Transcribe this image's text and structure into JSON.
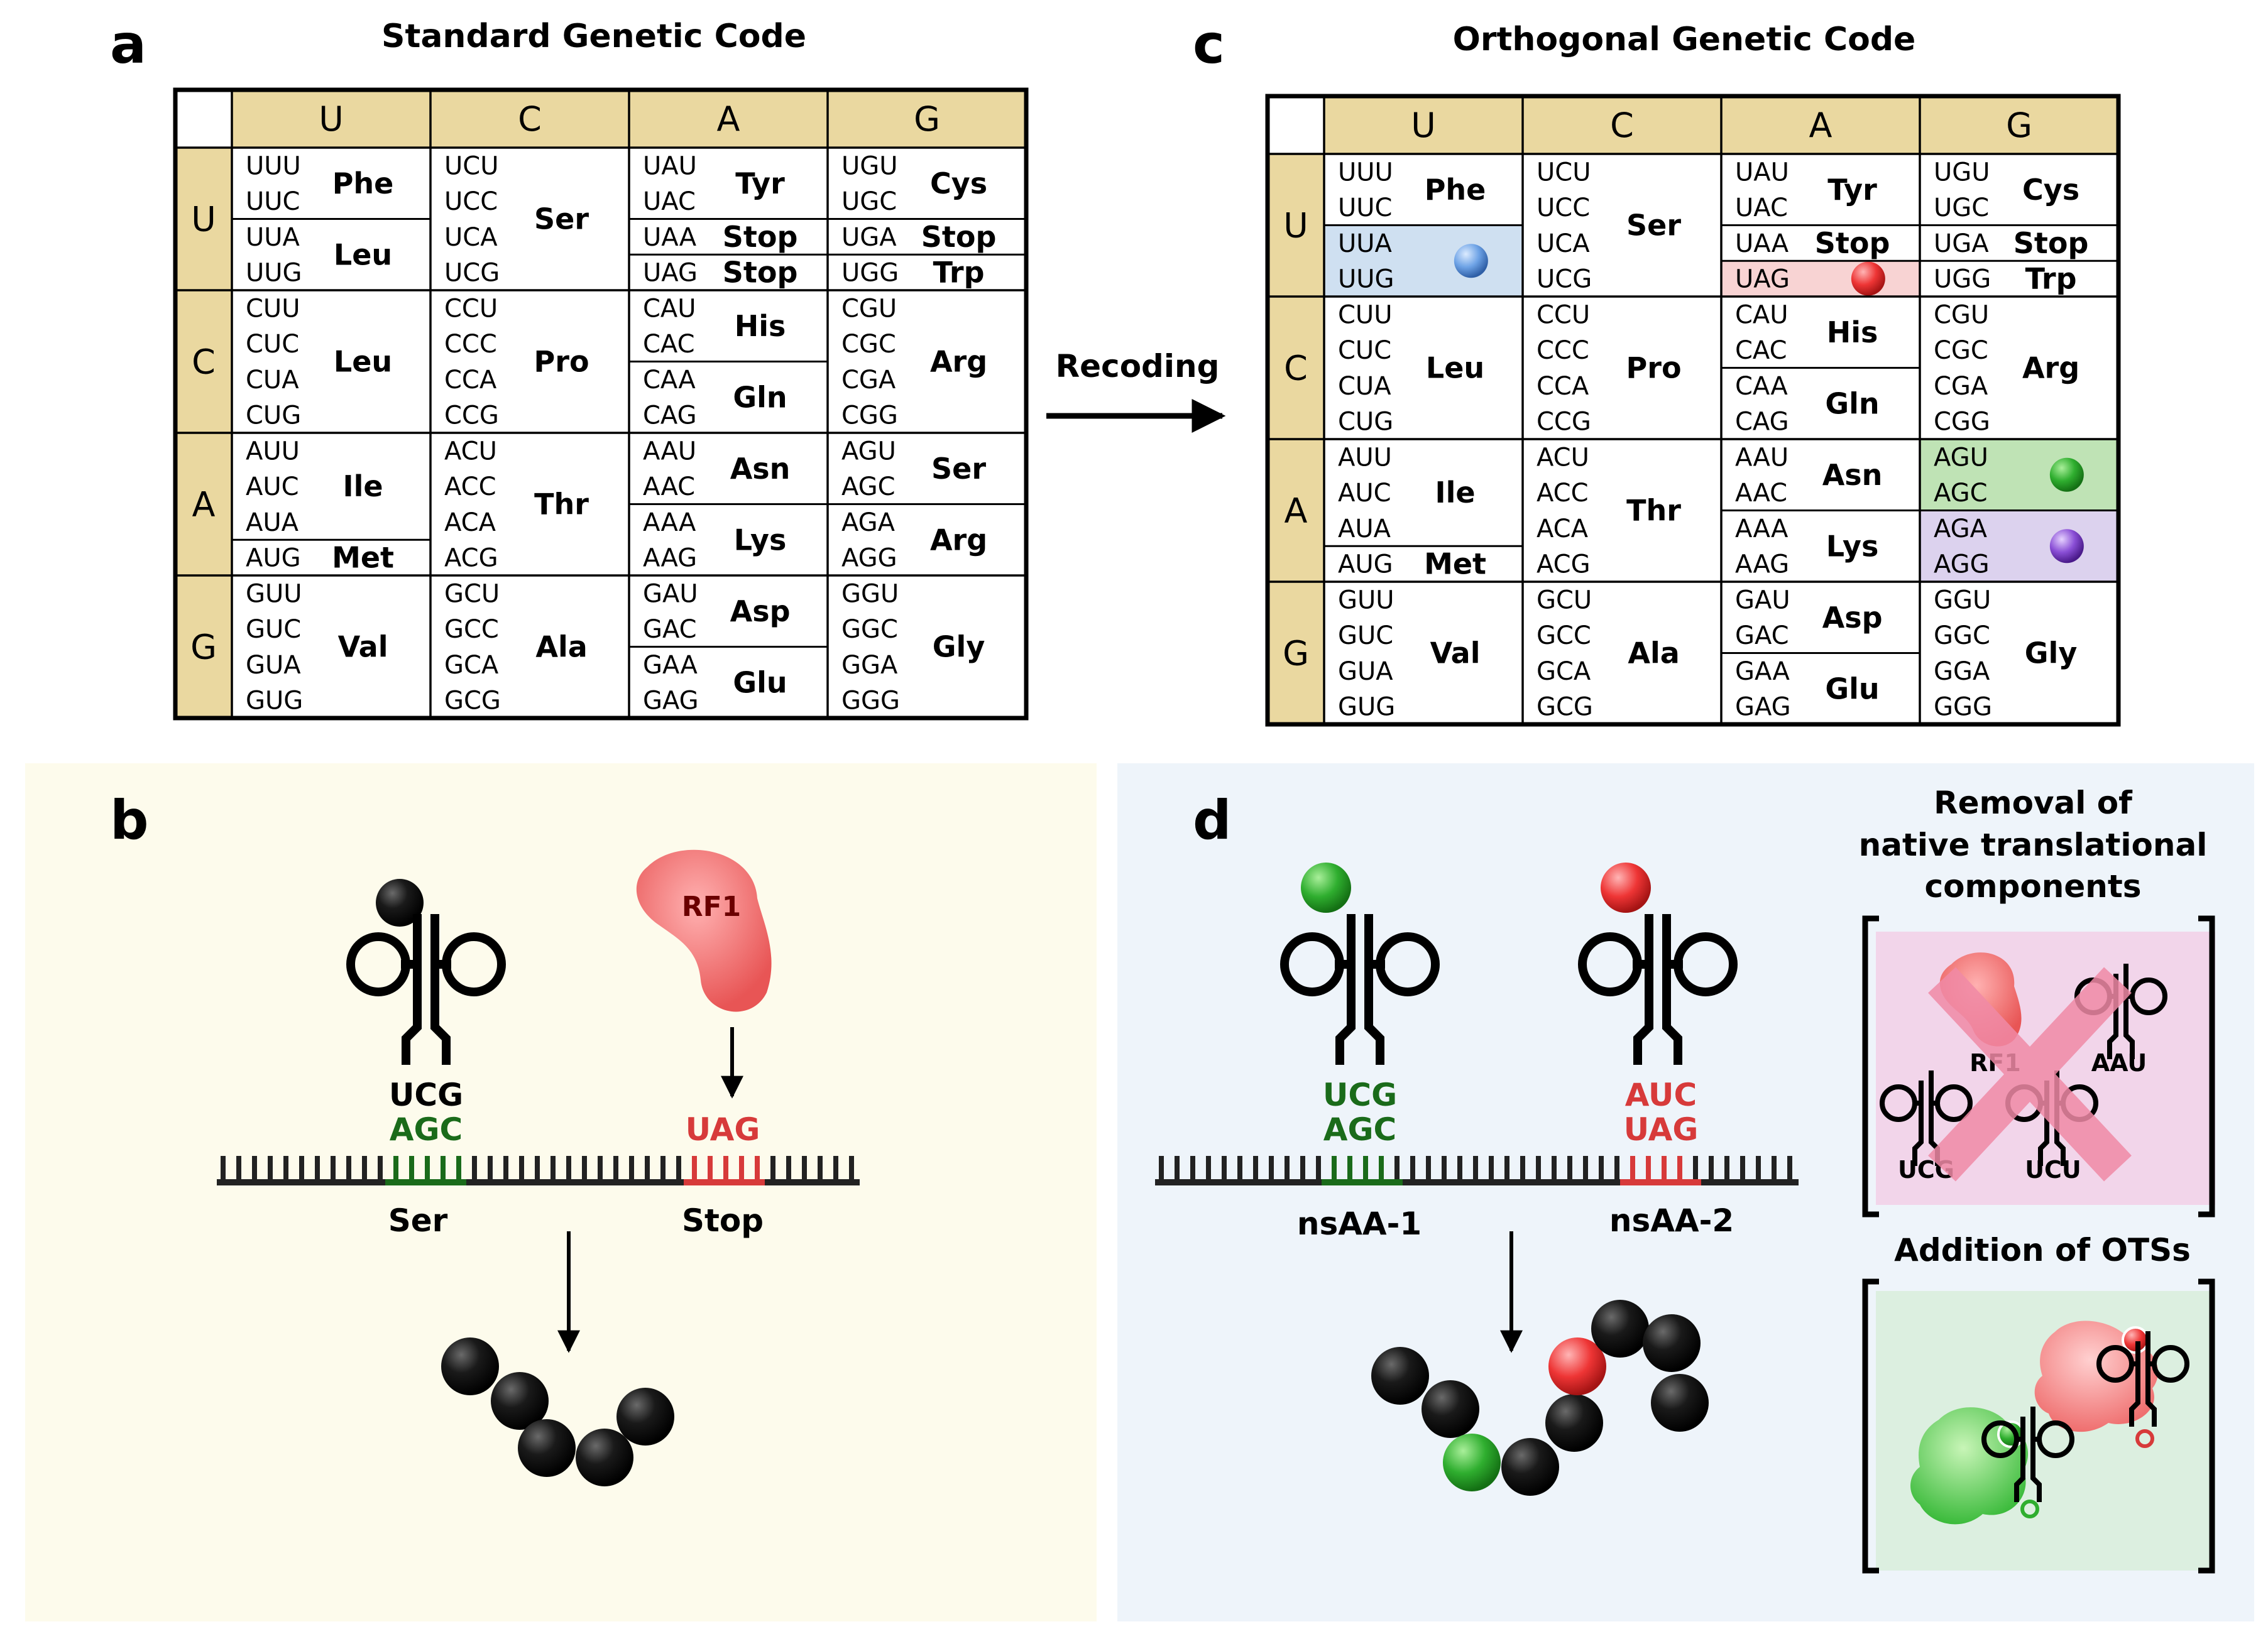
{
  "colors": {
    "table_header": "#ead8a0",
    "panel_b_bg": "#fdfbec",
    "panel_d_bg": "#eef4fa",
    "stop_red": "#d73a3a",
    "green": "#1a6b1a",
    "blue_cell": "#cfe0f1",
    "red_cell": "#f8d3d3",
    "green_cell": "#bfe3b5",
    "purple_cell": "#dcd2ee",
    "removal_box": "#f2d5ea",
    "addition_box": "#dcefe0"
  },
  "panel_a": {
    "letter": "a",
    "title": "Standard Genetic Code",
    "col_headers": [
      "U",
      "C",
      "A",
      "G"
    ],
    "row_headers": [
      "U",
      "C",
      "A",
      "G"
    ]
  },
  "panel_c": {
    "letter": "c",
    "title": "Orthogonal Genetic Code",
    "col_headers": [
      "U",
      "C",
      "A",
      "G"
    ],
    "row_headers": [
      "U",
      "C",
      "A",
      "G"
    ]
  },
  "recoding_label": "Recoding",
  "codon_table": [
    [
      {
        "codons": [
          "UUU",
          "UUC",
          "UUA",
          "UUG"
        ],
        "groups": [
          {
            "aa": "Phe",
            "span": [
              0,
              1
            ]
          },
          {
            "aa": "Leu",
            "span": [
              2,
              3
            ]
          }
        ]
      },
      {
        "codons": [
          "UCU",
          "UCC",
          "UCA",
          "UCG"
        ],
        "groups": [
          {
            "aa": "Ser",
            "span": [
              0,
              3
            ]
          }
        ]
      },
      {
        "codons": [
          "UAU",
          "UAC",
          "UAA",
          "UAG"
        ],
        "groups": [
          {
            "aa": "Tyr",
            "span": [
              0,
              1
            ]
          },
          {
            "aa": "Stop",
            "span": [
              2,
              2
            ]
          },
          {
            "aa": "Stop",
            "span": [
              3,
              3
            ]
          }
        ]
      },
      {
        "codons": [
          "UGU",
          "UGC",
          "UGA",
          "UGG"
        ],
        "groups": [
          {
            "aa": "Cys",
            "span": [
              0,
              1
            ]
          },
          {
            "aa": "Stop",
            "span": [
              2,
              2
            ]
          },
          {
            "aa": "Trp",
            "span": [
              3,
              3
            ]
          }
        ]
      }
    ],
    [
      {
        "codons": [
          "CUU",
          "CUC",
          "CUA",
          "CUG"
        ],
        "groups": [
          {
            "aa": "Leu",
            "span": [
              0,
              3
            ]
          }
        ]
      },
      {
        "codons": [
          "CCU",
          "CCC",
          "CCA",
          "CCG"
        ],
        "groups": [
          {
            "aa": "Pro",
            "span": [
              0,
              3
            ]
          }
        ]
      },
      {
        "codons": [
          "CAU",
          "CAC",
          "CAA",
          "CAG"
        ],
        "groups": [
          {
            "aa": "His",
            "span": [
              0,
              1
            ]
          },
          {
            "aa": "Gln",
            "span": [
              2,
              3
            ]
          }
        ]
      },
      {
        "codons": [
          "CGU",
          "CGC",
          "CGA",
          "CGG"
        ],
        "groups": [
          {
            "aa": "Arg",
            "span": [
              0,
              3
            ]
          }
        ]
      }
    ],
    [
      {
        "codons": [
          "AUU",
          "AUC",
          "AUA",
          "AUG"
        ],
        "groups": [
          {
            "aa": "Ile",
            "span": [
              0,
              2
            ]
          },
          {
            "aa": "Met",
            "span": [
              3,
              3
            ]
          }
        ]
      },
      {
        "codons": [
          "ACU",
          "ACC",
          "ACA",
          "ACG"
        ],
        "groups": [
          {
            "aa": "Thr",
            "span": [
              0,
              3
            ]
          }
        ]
      },
      {
        "codons": [
          "AAU",
          "AAC",
          "AAA",
          "AAG"
        ],
        "groups": [
          {
            "aa": "Asn",
            "span": [
              0,
              1
            ]
          },
          {
            "aa": "Lys",
            "span": [
              2,
              3
            ]
          }
        ]
      },
      {
        "codons": [
          "AGU",
          "AGC",
          "AGA",
          "AGG"
        ],
        "groups": [
          {
            "aa": "Ser",
            "span": [
              0,
              1
            ]
          },
          {
            "aa": "Arg",
            "span": [
              2,
              3
            ]
          }
        ]
      }
    ],
    [
      {
        "codons": [
          "GUU",
          "GUC",
          "GUA",
          "GUG"
        ],
        "groups": [
          {
            "aa": "Val",
            "span": [
              0,
              3
            ]
          }
        ]
      },
      {
        "codons": [
          "GCU",
          "GCC",
          "GCA",
          "GCG"
        ],
        "groups": [
          {
            "aa": "Ala",
            "span": [
              0,
              3
            ]
          }
        ]
      },
      {
        "codons": [
          "GAU",
          "GAC",
          "GAA",
          "GAG"
        ],
        "groups": [
          {
            "aa": "Asp",
            "span": [
              0,
              1
            ]
          },
          {
            "aa": "Glu",
            "span": [
              2,
              3
            ]
          }
        ]
      },
      {
        "codons": [
          "GGU",
          "GGC",
          "GGA",
          "GGG"
        ],
        "groups": [
          {
            "aa": "Gly",
            "span": [
              0,
              3
            ]
          }
        ]
      }
    ]
  ],
  "orthogonal_table": [
    [
      {
        "codons": [
          "UUU",
          "UUC",
          "UUA",
          "UUG"
        ],
        "groups": [
          {
            "aa": "Phe",
            "span": [
              0,
              1
            ]
          },
          {
            "aa": "",
            "span": [
              2,
              3
            ],
            "fill": "blue",
            "ball": "blue"
          }
        ]
      },
      {
        "codons": [
          "UCU",
          "UCC",
          "UCA",
          "UCG"
        ],
        "groups": [
          {
            "aa": "Ser",
            "span": [
              0,
              3
            ]
          }
        ]
      },
      {
        "codons": [
          "UAU",
          "UAC",
          "UAA",
          "UAG"
        ],
        "groups": [
          {
            "aa": "Tyr",
            "span": [
              0,
              1
            ]
          },
          {
            "aa": "Stop",
            "span": [
              2,
              2
            ]
          },
          {
            "aa": "",
            "span": [
              3,
              3
            ],
            "fill": "red",
            "ball": "red"
          }
        ]
      },
      {
        "codons": [
          "UGU",
          "UGC",
          "UGA",
          "UGG"
        ],
        "groups": [
          {
            "aa": "Cys",
            "span": [
              0,
              1
            ]
          },
          {
            "aa": "Stop",
            "span": [
              2,
              2
            ]
          },
          {
            "aa": "Trp",
            "span": [
              3,
              3
            ]
          }
        ]
      }
    ],
    [
      {
        "codons": [
          "CUU",
          "CUC",
          "CUA",
          "CUG"
        ],
        "groups": [
          {
            "aa": "Leu",
            "span": [
              0,
              3
            ]
          }
        ]
      },
      {
        "codons": [
          "CCU",
          "CCC",
          "CCA",
          "CCG"
        ],
        "groups": [
          {
            "aa": "Pro",
            "span": [
              0,
              3
            ]
          }
        ]
      },
      {
        "codons": [
          "CAU",
          "CAC",
          "CAA",
          "CAG"
        ],
        "groups": [
          {
            "aa": "His",
            "span": [
              0,
              1
            ]
          },
          {
            "aa": "Gln",
            "span": [
              2,
              3
            ]
          }
        ]
      },
      {
        "codons": [
          "CGU",
          "CGC",
          "CGA",
          "CGG"
        ],
        "groups": [
          {
            "aa": "Arg",
            "span": [
              0,
              3
            ]
          }
        ]
      }
    ],
    [
      {
        "codons": [
          "AUU",
          "AUC",
          "AUA",
          "AUG"
        ],
        "groups": [
          {
            "aa": "Ile",
            "span": [
              0,
              2
            ]
          },
          {
            "aa": "Met",
            "span": [
              3,
              3
            ]
          }
        ]
      },
      {
        "codons": [
          "ACU",
          "ACC",
          "ACA",
          "ACG"
        ],
        "groups": [
          {
            "aa": "Thr",
            "span": [
              0,
              3
            ]
          }
        ]
      },
      {
        "codons": [
          "AAU",
          "AAC",
          "AAA",
          "AAG"
        ],
        "groups": [
          {
            "aa": "Asn",
            "span": [
              0,
              1
            ]
          },
          {
            "aa": "Lys",
            "span": [
              2,
              3
            ]
          }
        ]
      },
      {
        "codons": [
          "AGU",
          "AGC",
          "AGA",
          "AGG"
        ],
        "groups": [
          {
            "aa": "",
            "span": [
              0,
              1
            ],
            "fill": "green",
            "ball": "green"
          },
          {
            "aa": "",
            "span": [
              2,
              3
            ],
            "fill": "purple",
            "ball": "purple"
          }
        ]
      }
    ],
    [
      {
        "codons": [
          "GUU",
          "GUC",
          "GUA",
          "GUG"
        ],
        "groups": [
          {
            "aa": "Val",
            "span": [
              0,
              3
            ]
          }
        ]
      },
      {
        "codons": [
          "GCU",
          "GCC",
          "GCA",
          "GCG"
        ],
        "groups": [
          {
            "aa": "Ala",
            "span": [
              0,
              3
            ]
          }
        ]
      },
      {
        "codons": [
          "GAU",
          "GAC",
          "GAA",
          "GAG"
        ],
        "groups": [
          {
            "aa": "Asp",
            "span": [
              0,
              1
            ]
          },
          {
            "aa": "Glu",
            "span": [
              2,
              3
            ]
          }
        ]
      },
      {
        "codons": [
          "GGU",
          "GGC",
          "GGA",
          "GGG"
        ],
        "groups": [
          {
            "aa": "Gly",
            "span": [
              0,
              3
            ]
          }
        ]
      }
    ]
  ],
  "panel_b": {
    "letter": "b",
    "anticodon": "UCG",
    "codon": "AGC",
    "codon_label": "Ser",
    "stop_codon": "UAG",
    "stop_label": "Stop",
    "release_factor": "RF1"
  },
  "panel_d": {
    "letter": "d",
    "anticodon_1": "UCG",
    "codon_1": "AGC",
    "label_1": "nsAA-1",
    "anticodon_2": "AUC",
    "codon_2": "UAG",
    "label_2": "nsAA-2",
    "removal_title_lines": [
      "Removal of",
      "native translational",
      "components"
    ],
    "removal_labels": {
      "rf1": "RF1",
      "aau": "AAU",
      "ucg": "UCG",
      "ucu": "UCU"
    },
    "addition_title": "Addition of OTSs"
  }
}
